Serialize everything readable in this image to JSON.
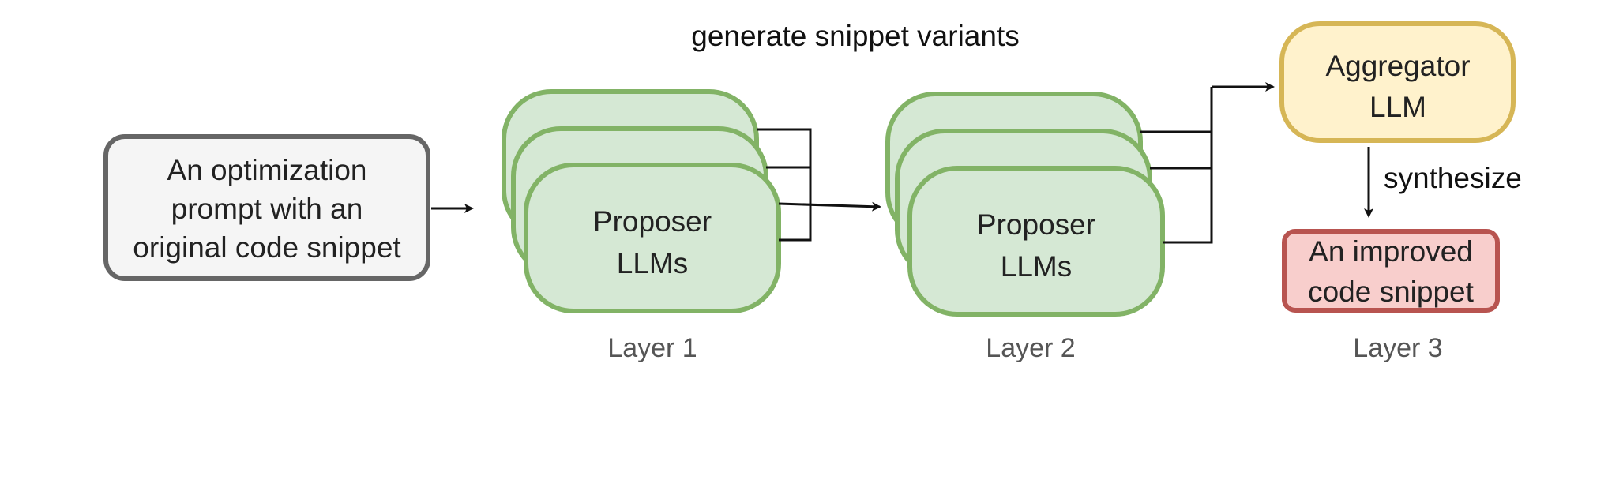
{
  "title": "generate snippet variants",
  "input_node": {
    "lines": [
      "An optimization",
      "prompt with an",
      "original code snippet"
    ],
    "fill": "#f5f5f5",
    "stroke": "#666666"
  },
  "proposer_layers": [
    {
      "label": "Layer 1",
      "lines": [
        "Proposer",
        "LLMs"
      ]
    },
    {
      "label": "Layer 2",
      "lines": [
        "Proposer",
        "LLMs"
      ]
    }
  ],
  "proposer_style": {
    "fill": "#d5e8d4",
    "stroke": "#82b366"
  },
  "aggregator": {
    "lines": [
      "Aggregator",
      "LLM"
    ],
    "fill": "#fff2cc",
    "stroke": "#d6b656"
  },
  "edge_label": "synthesize",
  "output_node": {
    "lines": [
      "An improved",
      "code snippet"
    ],
    "fill": "#f8cecc",
    "stroke": "#b85450"
  },
  "layer3_label": "Layer 3"
}
